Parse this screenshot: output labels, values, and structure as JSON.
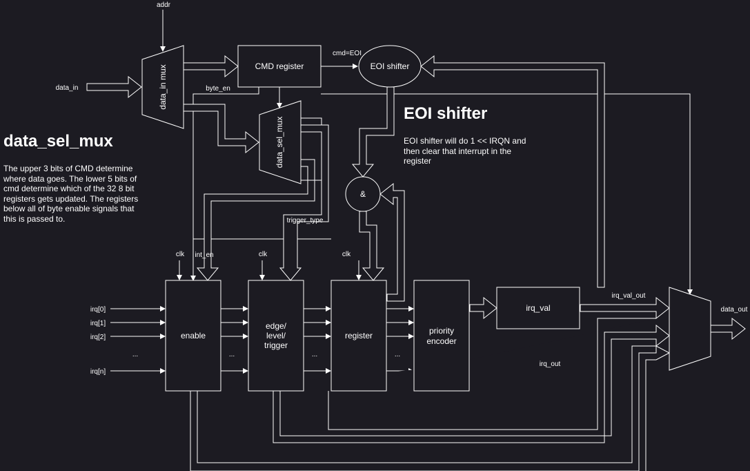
{
  "blocks": {
    "data_in_mux": "data_in mux",
    "cmd_register": "CMD register",
    "eoi_shifter": "EOI shifter",
    "data_sel_mux": "data_sel_mux",
    "and_gate": "&",
    "enable": "enable",
    "edge_level_trigger": [
      "edge/",
      "level/",
      "trigger"
    ],
    "register": "register",
    "priority_encoder": [
      "priority",
      "encoder"
    ],
    "irq_val": "irq_val"
  },
  "signals": {
    "addr": "addr",
    "data_in": "data_in",
    "cmd_eoi": "cmd=EOI",
    "byte_en": "byte_en",
    "trigger_type": "trigger_type",
    "int_en": "int_en",
    "clk": "clk",
    "irq_inputs": [
      "irq[0]",
      "irq[1]",
      "irq[2]",
      "...",
      "irq[n]"
    ],
    "ellipsis": "...",
    "irq_out": "irq_out",
    "irq_val_out": "irq_val_out",
    "data_out": "data_out"
  },
  "annotations": {
    "data_sel_mux": {
      "title": "data_sel_mux",
      "body": "The upper 3 bits of CMD determine where data goes. The lower 5 bits of cmd determine which of the 32 8 bit registers gets updated. The registers below all of byte enable signals that this is passed to."
    },
    "eoi_shifter": {
      "title": "EOI shifter",
      "body": "EOI shifter will do 1 << IRQN and then clear that interrupt in the register"
    }
  }
}
